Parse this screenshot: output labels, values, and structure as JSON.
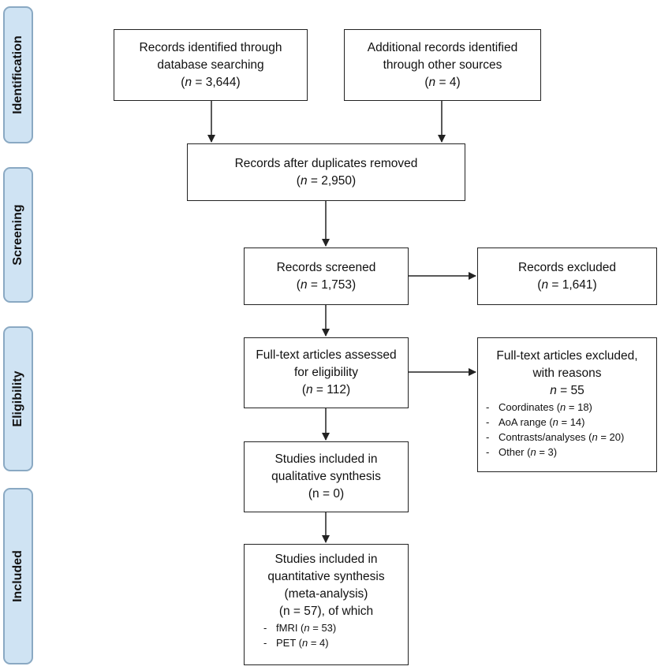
{
  "phases": {
    "identification": "Identification",
    "screening": "Screening",
    "eligibility": "Eligibility",
    "included": "Included"
  },
  "boxes": {
    "database": {
      "line1": "Records identified through",
      "line2": "database searching",
      "n_prefix": "n",
      "n_value": " = 3,644"
    },
    "other_sources": {
      "line1": "Additional records identified",
      "line2": "through other sources",
      "n_prefix": "n",
      "n_value": " = 4"
    },
    "duplicates_removed": {
      "line1": "Records after duplicates removed",
      "n_prefix": "n",
      "n_value": " = 2,950"
    },
    "screened": {
      "line1": "Records screened",
      "n_prefix": "n",
      "n_value": " = 1,753"
    },
    "excluded": {
      "line1": "Records excluded",
      "n_prefix": "n",
      "n_value": " = 1,641"
    },
    "fulltext_assessed": {
      "line1": "Full-text articles assessed",
      "line2": "for eligibility",
      "n_prefix": "n",
      "n_value": " = 112"
    },
    "fulltext_excluded": {
      "line1": "Full-text articles excluded,",
      "line2": "with reasons",
      "n_prefix": "n",
      "n_value": " = 55",
      "reasons": [
        {
          "label": "Coordinates (",
          "n": "n",
          "value": " = 18)"
        },
        {
          "label": "AoA range (",
          "n": "n",
          "value": " = 14)"
        },
        {
          "label": "Contrasts/analyses (",
          "n": "n",
          "value": " = 20)"
        },
        {
          "label": "Other (",
          "n": "n",
          "value": " = 3)"
        }
      ]
    },
    "qualitative": {
      "line1": "Studies included in",
      "line2": "qualitative synthesis",
      "n_text": "(n = 0)"
    },
    "quantitative": {
      "line1": "Studies included in",
      "line2": "quantitative synthesis",
      "line3": "(meta-analysis)",
      "line4": "(n = 57), of which",
      "items": [
        {
          "label": "fMRI (",
          "n": "n",
          "value": " = 53)"
        },
        {
          "label": "PET (",
          "n": "n",
          "value": " = 4)"
        }
      ]
    }
  }
}
